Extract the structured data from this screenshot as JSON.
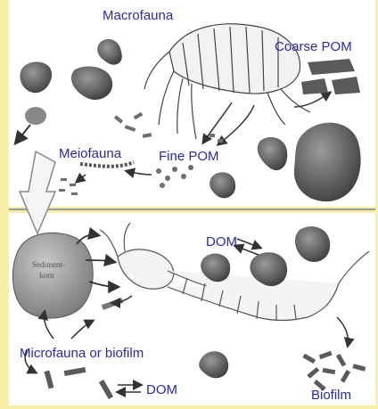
{
  "colors": {
    "background": "#f7f0a6",
    "panel": "#ffffff",
    "label": "#2a2aa8",
    "ink": "#333333",
    "particle": "#6e6e6e"
  },
  "labels": {
    "macrofauna": "Macrofauna",
    "coarse_pom": "Coarse POM",
    "meiofauna": "Meiofauna",
    "fine_pom": "Fine POM",
    "dom_top": "DOM",
    "sediment_line1": "Sediment-",
    "sediment_line2": "korn",
    "microfauna": "Microfauna or biofilm",
    "dom_bottom": "DOM",
    "biofilm": "Biofilm"
  }
}
